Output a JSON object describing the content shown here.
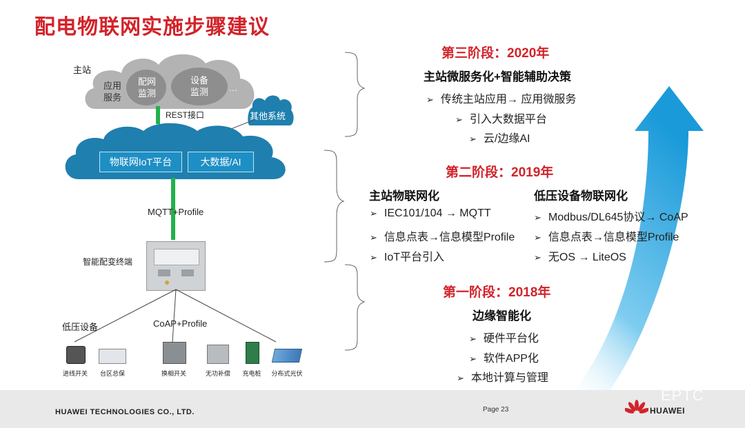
{
  "title": "配电物联网实施步骤建议",
  "left_diagram": {
    "master_station": "主站",
    "cloud_top": {
      "app_service": "应用\n服务",
      "dist_monitor": "配网\n监测",
      "device_monitor": "设备\n监测",
      "ellipsis": "···"
    },
    "rest_interface": "REST接口",
    "other_systems": "其他系统",
    "iot_platform": "物联网IoT平台",
    "bigdata_ai": "大数据/AI",
    "mqtt_profile": "MQTT+Profile",
    "smart_terminal": "智能配变终端",
    "low_voltage_devices": "低压设备",
    "coap_profile": "CoAP+Profile",
    "devices": [
      {
        "label": "进线开关"
      },
      {
        "label": "台区总保"
      },
      {
        "label": "换相开关"
      },
      {
        "label": "无功补偿"
      },
      {
        "label": "充电桩"
      },
      {
        "label": "分布式光伏"
      }
    ]
  },
  "stage3": {
    "title": "第三阶段：2020年",
    "subtitle": "主站微服务化+智能辅助决策",
    "bullets": [
      "传统主站应用→ 应用微服务",
      "引入大数据平台",
      "云/边缘AI"
    ]
  },
  "stage2": {
    "title": "第二阶段：2019年",
    "left_subtitle": "主站物联网化",
    "left_bullets": [
      "IEC101/104 → MQTT",
      "信息点表→信息模型Profile",
      "IoT平台引入"
    ],
    "right_subtitle": "低压设备物联网化",
    "right_bullets": [
      "Modbus/DL645协议→ CoAP",
      "信息点表→信息模型Profile",
      "无OS  → LiteOS"
    ]
  },
  "stage1": {
    "title": "第一阶段：2018年",
    "subtitle": "边缘智能化",
    "bullets": [
      "硬件平台化",
      "软件APP化",
      "本地计算与管理"
    ]
  },
  "bullet_symbol": "➢",
  "footer": {
    "company": "HUAWEI TECHNOLOGIES CO., LTD.",
    "page": "Page 23",
    "brand": "HUAWEI",
    "watermark": "EPTC"
  },
  "colors": {
    "accent_red": "#d2232a",
    "cloud_gray": "#b3b3b3",
    "cloud_blue": "#1f7fae",
    "link_green": "#22b14c",
    "arrow_blue": "#3aaee6"
  }
}
